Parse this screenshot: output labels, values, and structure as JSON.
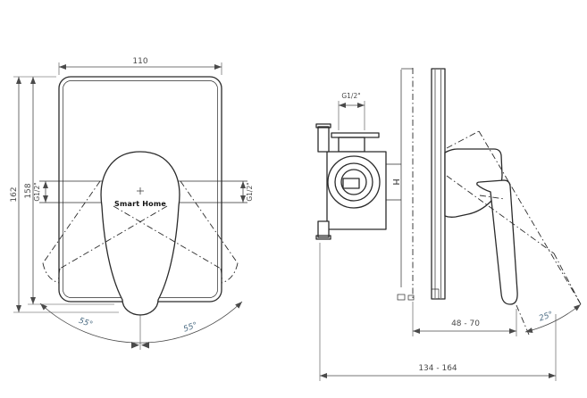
{
  "colors": {
    "outline": "#2b2b2b",
    "dimension": "#4a4a4a",
    "angle_label": "#4e6e85",
    "brand_text": "#111111",
    "background": "#ffffff"
  },
  "front_view": {
    "plate_width": "110",
    "overall_height": "162",
    "plate_height": "158",
    "left_inlet_thread": "G1/2\"",
    "right_inlet_thread": "G1/2\"",
    "handle_logo": "Smart Home",
    "swing_angle_left": "55°",
    "swing_angle_right": "55°"
  },
  "side_view": {
    "outlet_thread": "G1/2\"",
    "hot_side_marker": "H",
    "wall_depth_range": "48 - 70",
    "handle_tilt_angle": "25°",
    "overall_depth_range": "134 - 164"
  }
}
